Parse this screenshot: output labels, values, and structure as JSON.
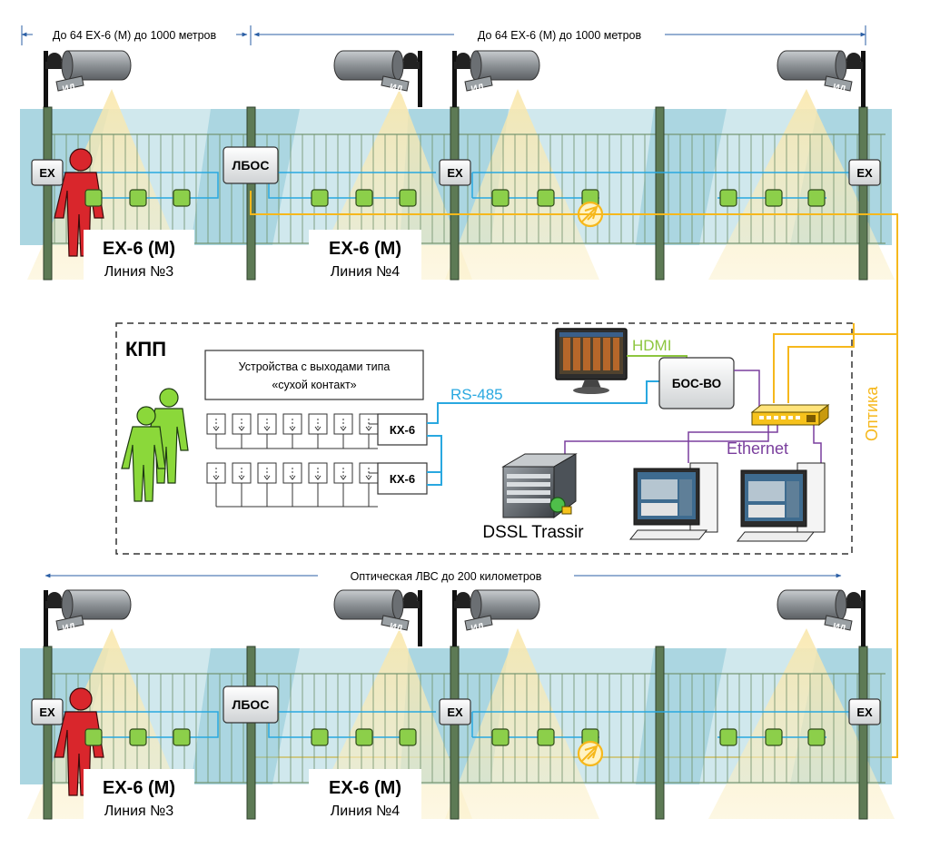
{
  "top_dim": {
    "left": "До 64 ЕХ-6 (М) до 1000 метров",
    "right": "До 64 ЕХ-6 (М) до 1000 метров"
  },
  "fence": {
    "ex_label": "ЕХ",
    "lbos_label": "ЛБОС",
    "id_label": "ИД",
    "line3_title": "ЕХ-6 (М)",
    "line3_sub": "Линия №3",
    "line4_title": "ЕХ-6 (М)",
    "line4_sub": "Линия №4"
  },
  "kpp": {
    "title": "КПП",
    "devices_line1": "Устройства с выходами типа",
    "devices_line2": "«сухой контакт»",
    "kx1": "КХ-6",
    "kx2": "КХ-6",
    "rs485": "RS-485",
    "hdmi": "HDMI",
    "bos": "БОС-ВО",
    "ethernet": "Ethernet",
    "optika": "Оптика",
    "trassir": "DSSL Trassir"
  },
  "bottom_dim": "Оптическая ЛВС до 200 километров",
  "colors": {
    "fence_green": "#5d7a55",
    "sensor_green": "#8ccf4a",
    "blue_line": "#29a8e0",
    "fiber": "#f6b81c",
    "purple": "#7a3e9d",
    "hdmi_green": "#8dc63f",
    "intruder_red": "#d9262c",
    "person_green": "#8bd83a",
    "dash_border": "#333333"
  },
  "icons": [
    "camera-icon",
    "person-icon",
    "monitor-icon",
    "server-icon",
    "switch-icon",
    "computer-icon",
    "relay-icon",
    "converter-icon"
  ]
}
